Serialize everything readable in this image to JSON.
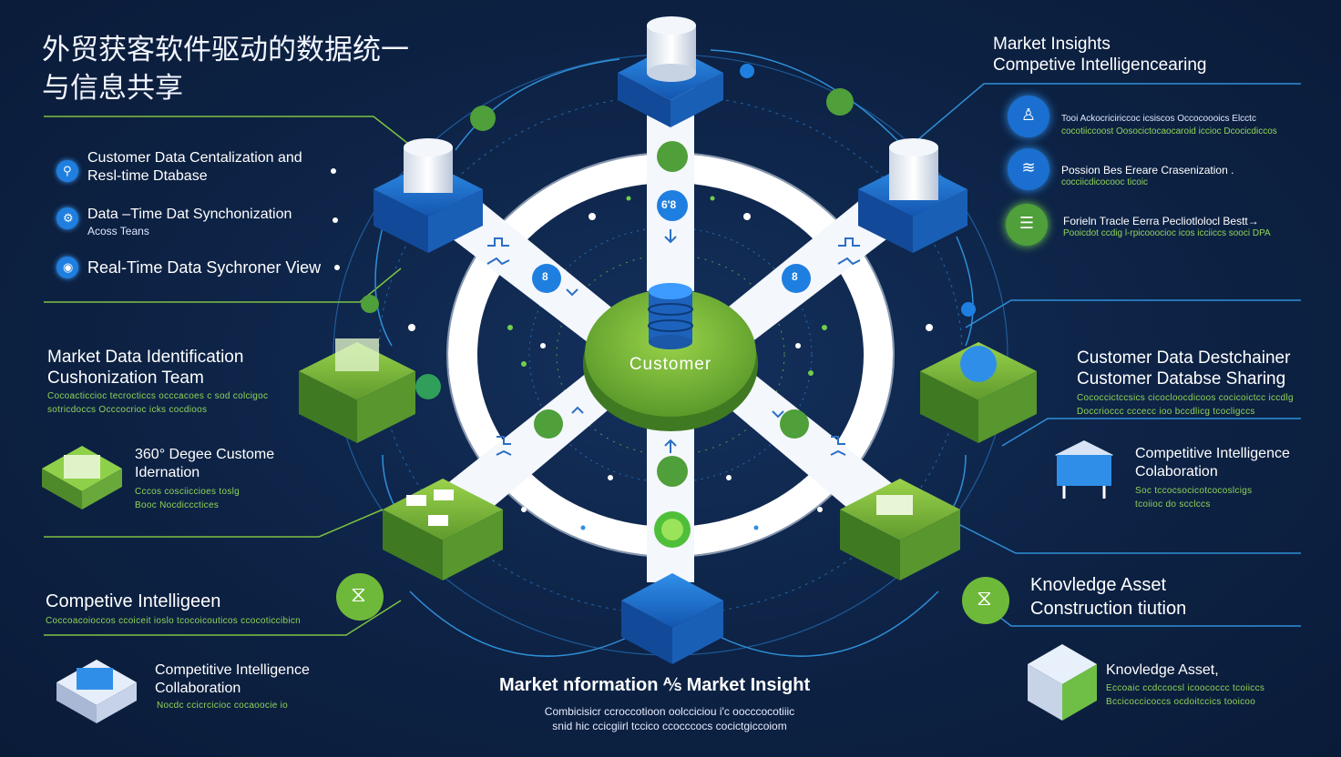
{
  "title": "外贸获客软件驱动的数据统一\n与信息共享",
  "title_line1": "外贸获客软件驱动的数据统一",
  "title_line2": "与信息共享",
  "center": {
    "label": "Customer"
  },
  "left_list": [
    {
      "text1": "Customer Data Centalization and",
      "text2": "Resl-time Dtabase"
    },
    {
      "text1": "Data –Time Dat Synchonization",
      "text2": "Acoss Teans"
    },
    {
      "text1": "Real-Time Data Sychroner View",
      "text2": ""
    }
  ],
  "left_market": {
    "title1": "Market Data Identification",
    "title2": "Cushonization  Team",
    "sub1": "Cocoacticcioc tecrocticcs occcacoes c sod colcigoc",
    "sub2": "sotricdoccs Occcocrioc icks cocdioos"
  },
  "left_360": {
    "title1": "360° Degee Custome",
    "title2": "Idernation",
    "sub1": "Cccos cosciiccioes toslg",
    "sub2": "Booc Nocdiccctices"
  },
  "left_competitive": {
    "title": "Competive Intelligeen",
    "sub": "Coccoacoioccos ccoiceit ioslo tcocoicouticos ccocoticcibicn"
  },
  "left_bottom": {
    "title1": "Competitive Intelligence",
    "title2": "Collaboration",
    "sub": "Nocdc ccicrcicioc cocaoocie io"
  },
  "right_header": {
    "line1": "Market Insights",
    "line2": "Competive Intelligencearing"
  },
  "right_items": [
    {
      "title": "Tooi Ackocriciriccoc icsiscos Occocoooics Elcctc",
      "sub": "cocotiiccoost Oosocictocaocaroid iccioc Dcocicdiccos"
    },
    {
      "title": "Possion Bes Ereare Crasenization .",
      "sub": "cocciicdicocooc ticoic"
    },
    {
      "title": "Forieln Tracle Eerra Pecliotlolocl Bestt→",
      "sub": "Pooicdot ccdig l-rpicooocioc icos icciiccs sooci DPA"
    }
  ],
  "right_customer": {
    "title1": "Customer Data Destchainer",
    "title2": "Customer Databse Sharing",
    "sub1": "Cococcictccsics cicocloocdicoos cocicoictcc iccdlg",
    "sub2": "Doccrioccc cccecc ioo bccdlicg tcocligccs"
  },
  "right_competitive": {
    "title1": "Competitive Intelligence",
    "title2": "Colaboration",
    "sub1": "Soc tccocsocicotcocoslcigs",
    "sub2": "tcoiioc do scclccs"
  },
  "right_knowledge": {
    "title1": "Knovledge Asset",
    "title2": "Construction  tiution"
  },
  "right_knowledge2": {
    "title": "Knovledge Asset,",
    "sub1": "Eccoaic ccdccocsl icoococcc tcoiiccs",
    "sub2": "Bccicoccicoccs ocdoitccics tooicoo"
  },
  "bottom": {
    "title": "Market nformation ⅍ Market Insight",
    "sub1": "Combicisicr ccroccotioon oolcciciou i'c oocccocotiiic",
    "sub2": "snid hic ccicgiirl tccico ccocccocs cocictgiccoiom"
  },
  "spoke_badges": [
    "6'8",
    "8",
    "8"
  ],
  "colors": {
    "background": "#0d2244",
    "accent_green": "#7fc241",
    "accent_blue": "#1f7fe0",
    "ring": "#ffffff"
  },
  "icons": {
    "database": "database-icon",
    "pin": "pin-icon",
    "gear": "gear-icon",
    "hourglass": "hourglass-icon",
    "user": "user-icon",
    "fingerprint": "fingerprint-icon",
    "cube": "cube-icon",
    "arrow": "arrow-icon"
  }
}
